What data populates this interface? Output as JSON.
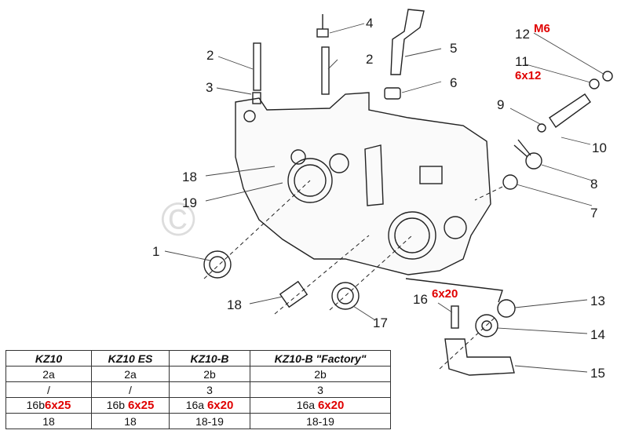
{
  "diagram": {
    "title": "Crankcase exploded view",
    "callouts": [
      {
        "id": "c1",
        "text": "1"
      },
      {
        "id": "c2a",
        "text": "2"
      },
      {
        "id": "c2b",
        "text": "2"
      },
      {
        "id": "c3",
        "text": "3"
      },
      {
        "id": "c4",
        "text": "4"
      },
      {
        "id": "c5",
        "text": "5"
      },
      {
        "id": "c6",
        "text": "6"
      },
      {
        "id": "c7",
        "text": "7"
      },
      {
        "id": "c8",
        "text": "8"
      },
      {
        "id": "c9",
        "text": "9"
      },
      {
        "id": "c10",
        "text": "10"
      },
      {
        "id": "c11",
        "text": "11"
      },
      {
        "id": "c12",
        "text": "12"
      },
      {
        "id": "c13",
        "text": "13"
      },
      {
        "id": "c14",
        "text": "14"
      },
      {
        "id": "c15",
        "text": "15"
      },
      {
        "id": "c16",
        "text": "16"
      },
      {
        "id": "c17",
        "text": "17"
      },
      {
        "id": "c18a",
        "text": "18"
      },
      {
        "id": "c18b",
        "text": "18"
      },
      {
        "id": "c19",
        "text": "19"
      }
    ],
    "specs": {
      "part12": "M6",
      "part11": "6x12",
      "part16": "6x20"
    },
    "watermark": "©"
  },
  "table": {
    "headers": [
      "KZ10",
      "KZ10 ES",
      "KZ10-B",
      "KZ10-B \"Factory\""
    ],
    "rows": [
      [
        {
          "text": "2a",
          "spec": ""
        },
        {
          "text": "2a",
          "spec": ""
        },
        {
          "text": "2b",
          "spec": ""
        },
        {
          "text": "2b",
          "spec": ""
        }
      ],
      [
        {
          "text": "/",
          "spec": ""
        },
        {
          "text": "/",
          "spec": ""
        },
        {
          "text": "3",
          "spec": ""
        },
        {
          "text": "3",
          "spec": ""
        }
      ],
      [
        {
          "text": "16b",
          "spec": "6x25"
        },
        {
          "text": "16b",
          "spec": "6x25"
        },
        {
          "text": "16a",
          "spec": "6x20"
        },
        {
          "text": "16a",
          "spec": "6x20"
        }
      ],
      [
        {
          "text": "18",
          "spec": ""
        },
        {
          "text": "18",
          "spec": ""
        },
        {
          "text": "18-19",
          "spec": ""
        },
        {
          "text": "18-19",
          "spec": ""
        }
      ]
    ]
  }
}
